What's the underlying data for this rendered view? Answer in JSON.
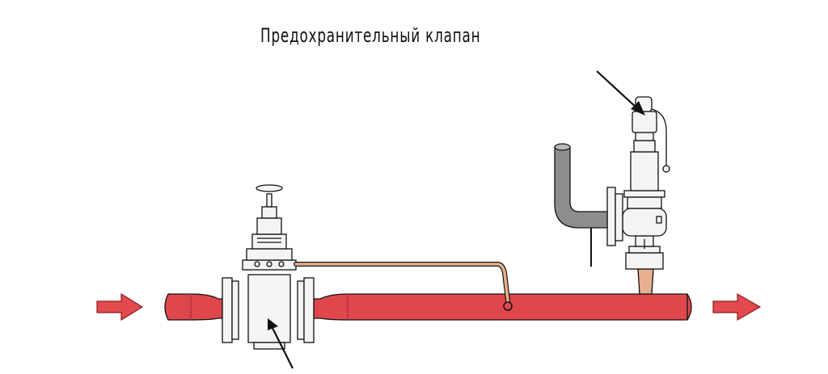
{
  "diagram": {
    "title": "Предохранительный клапан"
  },
  "colors": {
    "pipe": "#e0474c",
    "pipe_dark": "#b23036",
    "flow_arrow": "#e24a4f",
    "impulse_line": "#e6b08e",
    "vent_pipe": "#8d8d8d",
    "metal": "#f4f4f4",
    "outline": "#111111"
  },
  "icons": [
    "flow-direction-arrow",
    "pointer-arrow"
  ]
}
